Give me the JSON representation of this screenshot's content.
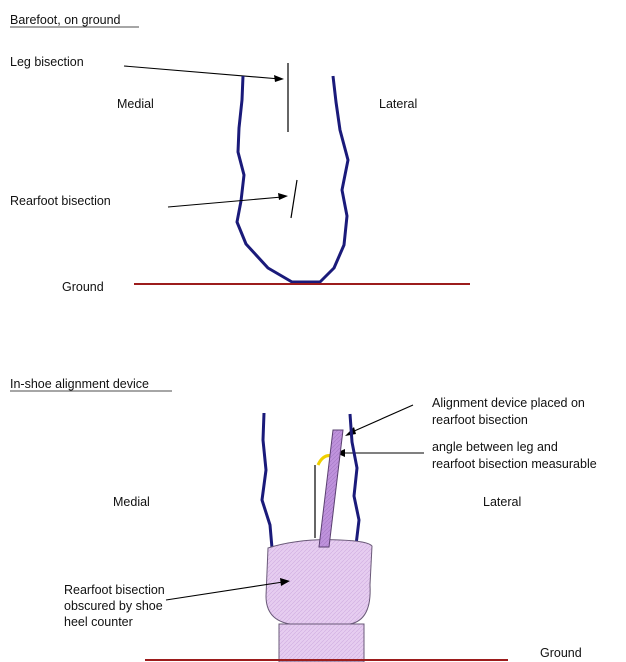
{
  "top_panel": {
    "heading": "Barefoot, on ground",
    "label_leg_bisection": "Leg bisection",
    "label_medial": "Medial",
    "label_lateral": "Lateral",
    "label_rearfoot_bisection": "Rearfoot bisection",
    "label_ground": "Ground"
  },
  "bottom_panel": {
    "heading": "In-shoe alignment device",
    "label_device_line1": "Alignment device placed on",
    "label_device_line2": "rearfoot bisection",
    "label_angle_line1": "angle between leg and",
    "label_angle_line2": "rearfoot bisection measurable",
    "label_medial": "Medial",
    "label_lateral": "Lateral",
    "label_obscured_line1": "Rearfoot bisection",
    "label_obscured_line2": "obscured by shoe",
    "label_obscured_line3": "heel counter",
    "label_ground": "Ground"
  },
  "colors": {
    "outline": "#1a1a7a",
    "ground": "#9c1c1c",
    "shoe_fill": "#e3c8ee",
    "device_fill": "#b98ad6",
    "angle_marker": "#f0d000"
  }
}
